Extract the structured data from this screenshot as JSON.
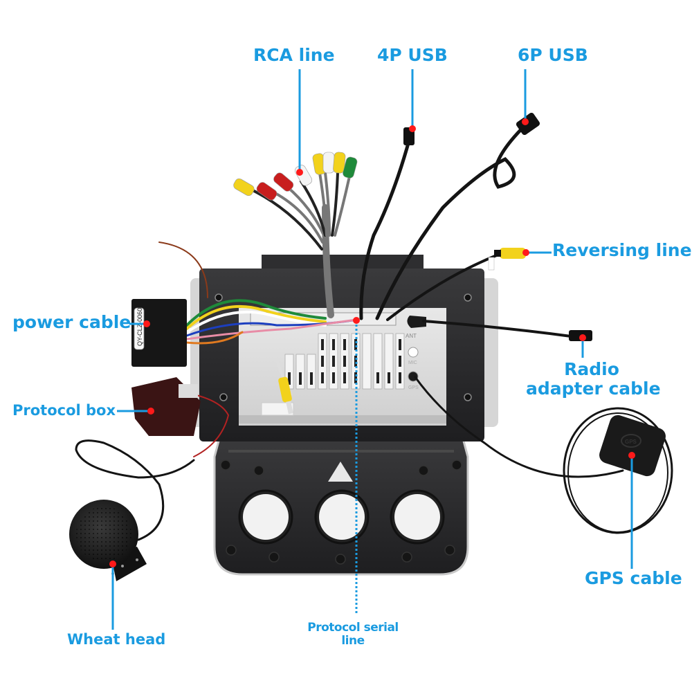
{
  "title": "Car head unit wiring accessories",
  "colors": {
    "label": "#1a9be0",
    "leader": "#1a9be0",
    "marker": "#ff1a1a",
    "frame": "#2b2b2d",
    "chassis": "#dcdcdc"
  },
  "callouts": {
    "rca_line": "RCA line",
    "usb_4p": "4P USB",
    "usb_6p": "6P USB",
    "reversing_line": "Reversing line",
    "power_cable": "power cable",
    "radio_adapter_line1": "Radio",
    "radio_adapter_line2": "adapter cable",
    "protocol_box": "Protocol box",
    "gps_cable": "GPS cable",
    "wheat_head": "Wheat head",
    "protocol_serial_line1": "Protocol serial",
    "protocol_serial_line2": "line"
  },
  "unit_labels": {
    "ant": "ANT",
    "mic": "MIC",
    "gps": "GPS",
    "power_box_tag": "QY-CLZ-0060",
    "gps_module_logo": "GPS"
  },
  "rca_plug_colors": [
    "#f2d21c",
    "#c81e1e",
    "#c81e1e",
    "#f4f4f4",
    "#f2d21c",
    "#f4f4f4",
    "#f2d21c",
    "#1f8a3a"
  ]
}
